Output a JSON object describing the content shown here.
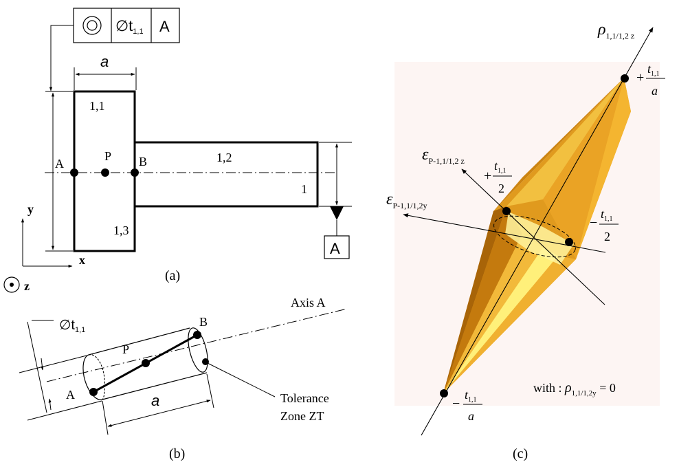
{
  "figure": {
    "panel_labels": {
      "a": "(a)",
      "b": "(b)",
      "c": "(c)"
    },
    "frame": {
      "diameter_symbol": "∅t",
      "tolerance_sub": "1,1",
      "datum": "A"
    },
    "part": {
      "dim_a": "a",
      "face_11": "1,1",
      "face_12": "1,2",
      "face_13": "1,3",
      "face_1": "1",
      "point_A": "A",
      "point_P": "P",
      "point_B": "B",
      "datum_box": "A",
      "axis_x": "x",
      "axis_y": "y",
      "axis_z": "z"
    },
    "zone": {
      "diameter_symbol": "∅t",
      "tolerance_sub": "1,1",
      "axis_label": "Axis A",
      "point_A": "A",
      "point_P": "P",
      "point_B": "B",
      "dim_a": "a",
      "zone_line1": "Tolerance",
      "zone_line2": "Zone ZT"
    },
    "polytope": {
      "rho_symbol": "ρ",
      "rho_sub": "1,1/1,2 z",
      "eps_symbol": "ε",
      "eps_z_sub": "P-1,1/1,2 z",
      "eps_y_sub": "P-1,1/1,2y",
      "plus": "+",
      "minus": "−",
      "t_symbol": "t",
      "t_sub": "1,1",
      "den_a": "a",
      "den_2": "2",
      "note_prefix": "with : ",
      "note_sub": "1,1/1,2y",
      "note_suffix": " = 0",
      "colors": {
        "light": "#fff58a",
        "mid": "#f5b52a",
        "dark": "#c07a10",
        "background": "#fdf5f3"
      }
    }
  }
}
